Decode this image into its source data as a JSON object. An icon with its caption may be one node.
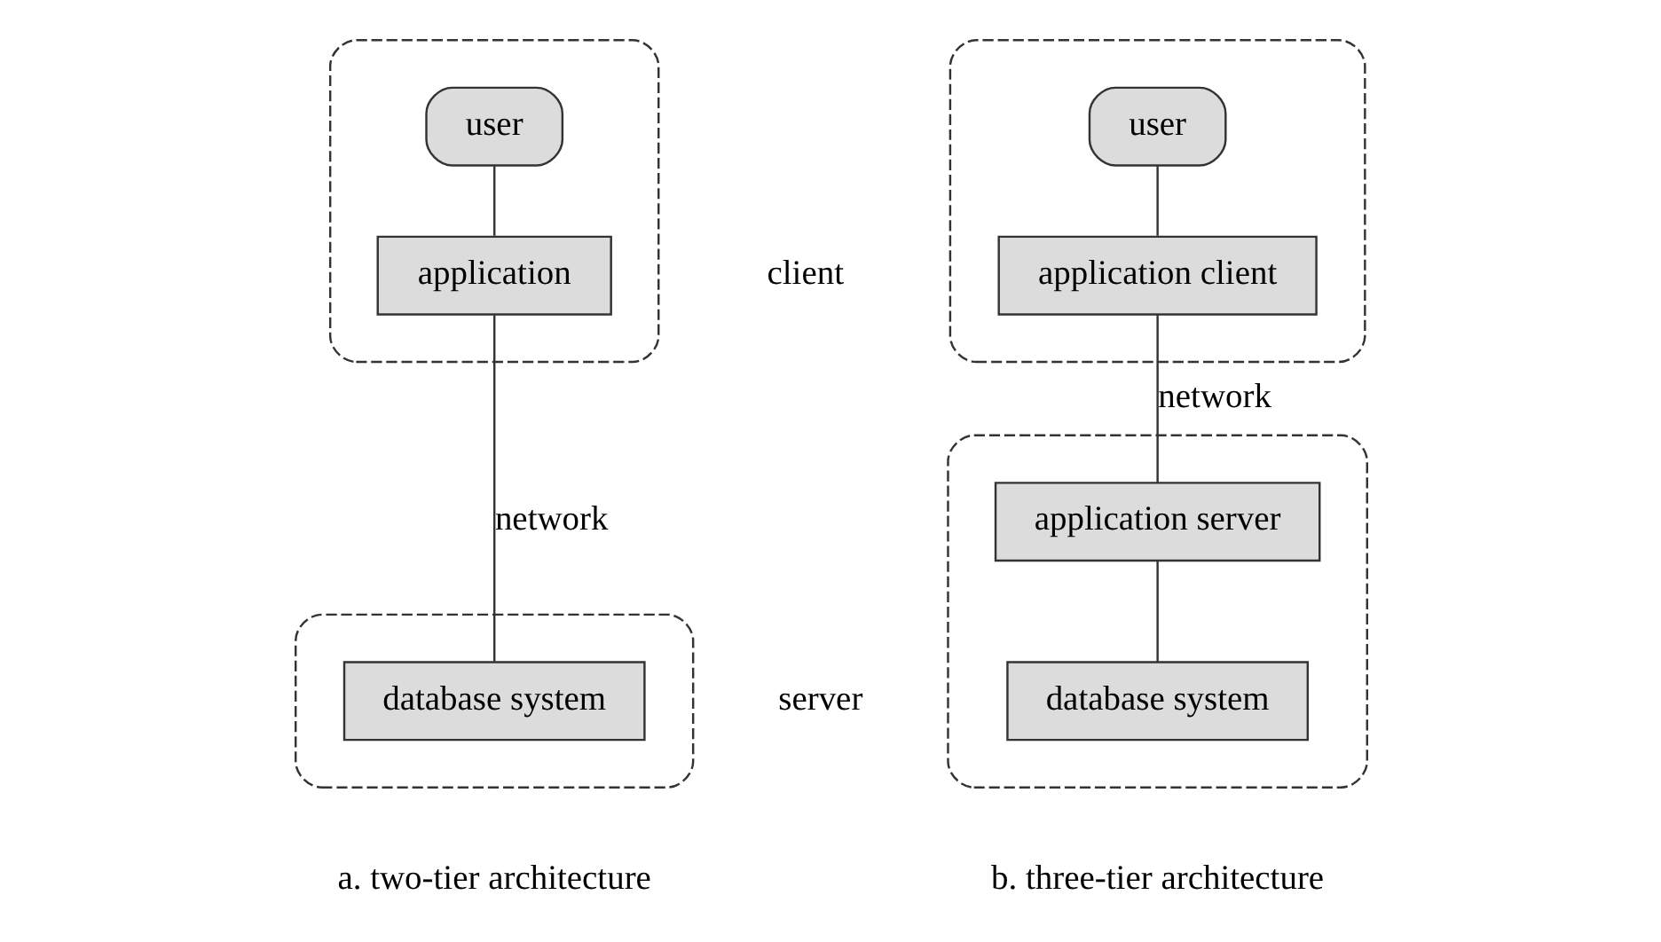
{
  "diagram": {
    "nodes": [
      {
        "text": [],
        "shape": "box"
      },
      {
        "text": [
          "user"
        ],
        "in": 0
      },
      {
        "text": [
          "application"
        ],
        "in": 0
      },
      {
        "text": [],
        "shape": "box"
      },
      {
        "text": [
          "database system"
        ],
        "in": 3
      },
      {
        "text": [],
        "shape": "box"
      },
      {
        "text": [
          "user"
        ],
        "in": 5
      },
      {
        "text": [
          "application client"
        ],
        "in": 5
      },
      {
        "text": [],
        "shape": "box"
      },
      {
        "text": [
          "application server"
        ],
        "in": 8
      },
      {
        "text": [
          "database system"
        ],
        "in": 8
      }
    ],
    "edges": [
      {
        "from": 1,
        "to": 2,
        "arrow": "none"
      },
      {
        "from": 2,
        "to": 4,
        "arrow": "none",
        "label": "network"
      },
      {
        "from": 6,
        "to": 7,
        "arrow": "none"
      },
      {
        "from": 7,
        "to": 9,
        "arrow": "none",
        "label": "network"
      },
      {
        "from": 9,
        "to": 10,
        "arrow": "none"
      }
    ],
    "labels": [
      "client",
      "server",
      "a. two-tier architecture",
      "b. three-tier architecture"
    ]
  }
}
